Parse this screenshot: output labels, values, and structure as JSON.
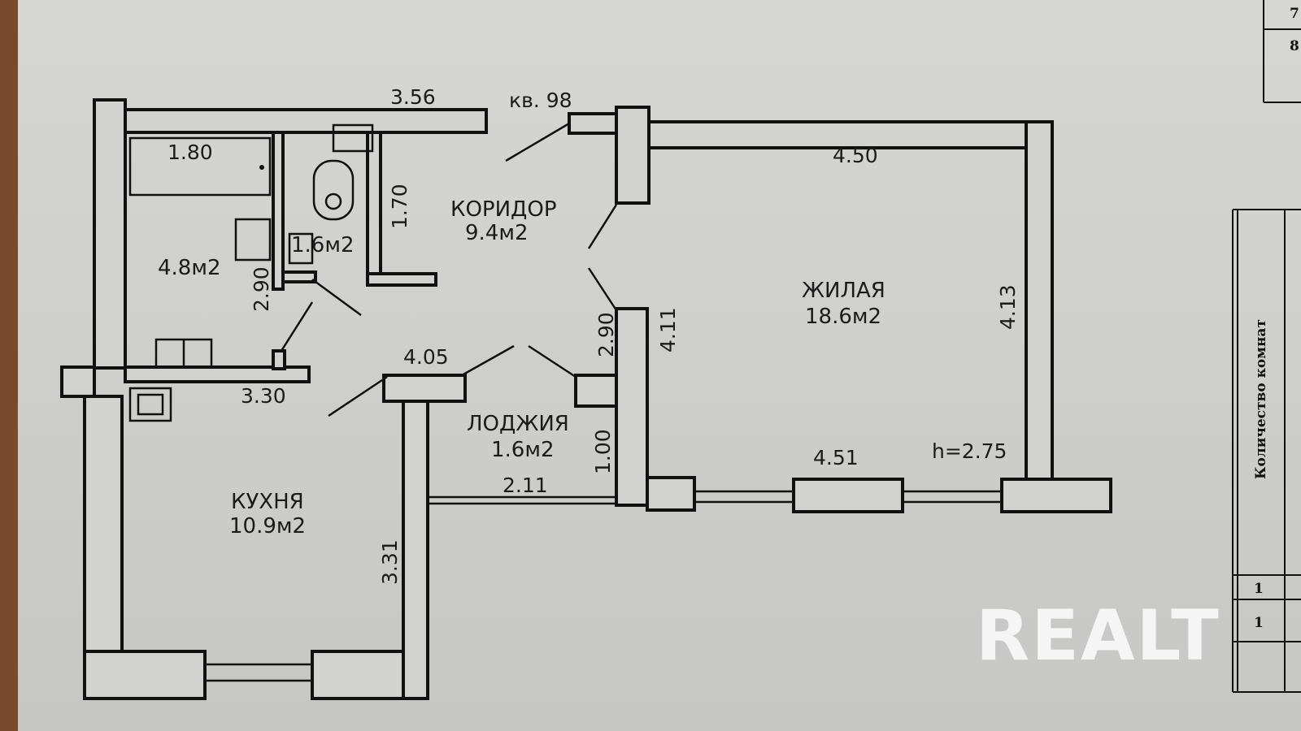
{
  "apartment": {
    "label": "кв. 98"
  },
  "rooms": {
    "corridor": {
      "name": "КОРИДОР",
      "area": "9.4м2"
    },
    "living": {
      "name": "ЖИЛАЯ",
      "area": "18.6м2"
    },
    "bathroom": {
      "area": "4.8м2"
    },
    "toilet": {
      "area": "1.6м2"
    },
    "loggia": {
      "name": "ЛОДЖИЯ",
      "area": "1.6м2"
    },
    "kitchen": {
      "name": "КУХНЯ",
      "area": "10.9м2"
    }
  },
  "dimensions": {
    "top_bath": "3.56",
    "bathtub": "1.80",
    "toilet_height": "1.70",
    "bath_side": "2.90",
    "bath_bottom": "3.30",
    "kitchen_top": "4.05",
    "kitchen_side": "3.31",
    "loggia_bottom": "2.11",
    "loggia_side": "1.00",
    "corridor_side": "2.90",
    "living_left": "4.11",
    "living_top": "4.50",
    "living_right": "4.13",
    "living_bottom": "4.51",
    "ceiling_height": "h=2.75"
  },
  "side_table": {
    "header": "Количество комнат",
    "row1": "1",
    "row2": "1",
    "top_cell1": "7",
    "top_cell2": "8"
  },
  "watermark": "REALT"
}
